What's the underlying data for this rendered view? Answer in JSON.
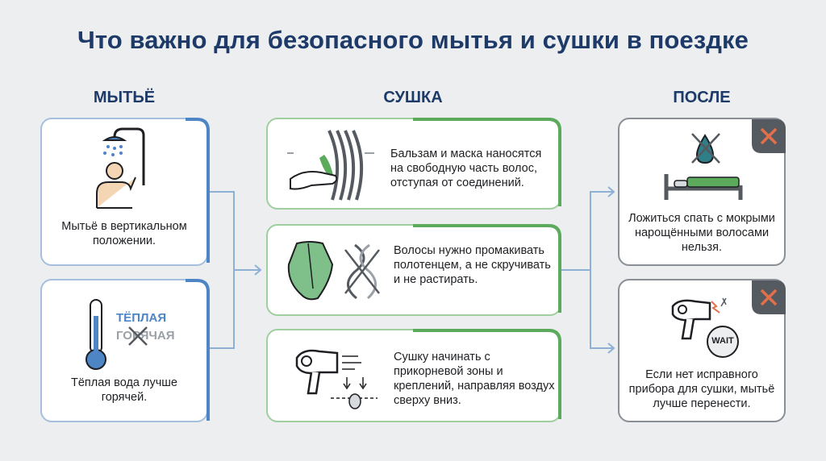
{
  "title": "Что важно для безопасного мытья и сушки в поездке",
  "columns": {
    "washing": "МЫТЬЁ",
    "drying": "СУШКА",
    "after": "ПОСЛЕ"
  },
  "washing": {
    "card1_text": "Мытьё в вертикальном положении.",
    "card2_label_warm": "ТЁПЛАЯ",
    "card2_label_hot": "ГОРЯЧАЯ",
    "card2_text": "Тёплая вода лучше горячей."
  },
  "drying": {
    "card1_text": "Бальзам и маска наносятся на свободную часть волос, отступая от соединений.",
    "card2_text": "Волосы нужно промакивать полотенцем, а не скручивать и не растирать.",
    "card3_text": "Сушку начинать с прикорневой зоны и креплений, направляя воздух сверху вниз."
  },
  "after": {
    "card1_text": "Ложиться спать с мокрыми нарощёнными волосами нельзя.",
    "card2_badge": "WAIT",
    "card2_text": "Если нет исправного прибора для сушки, мытьё лучше перенести."
  },
  "colors": {
    "title": "#1d3a68",
    "blue_accent": "#4d85c5",
    "green_accent": "#5caa5c",
    "gray_accent": "#555a60",
    "cross_red": "#e2704a",
    "icon_teal": "#2f7f89"
  }
}
